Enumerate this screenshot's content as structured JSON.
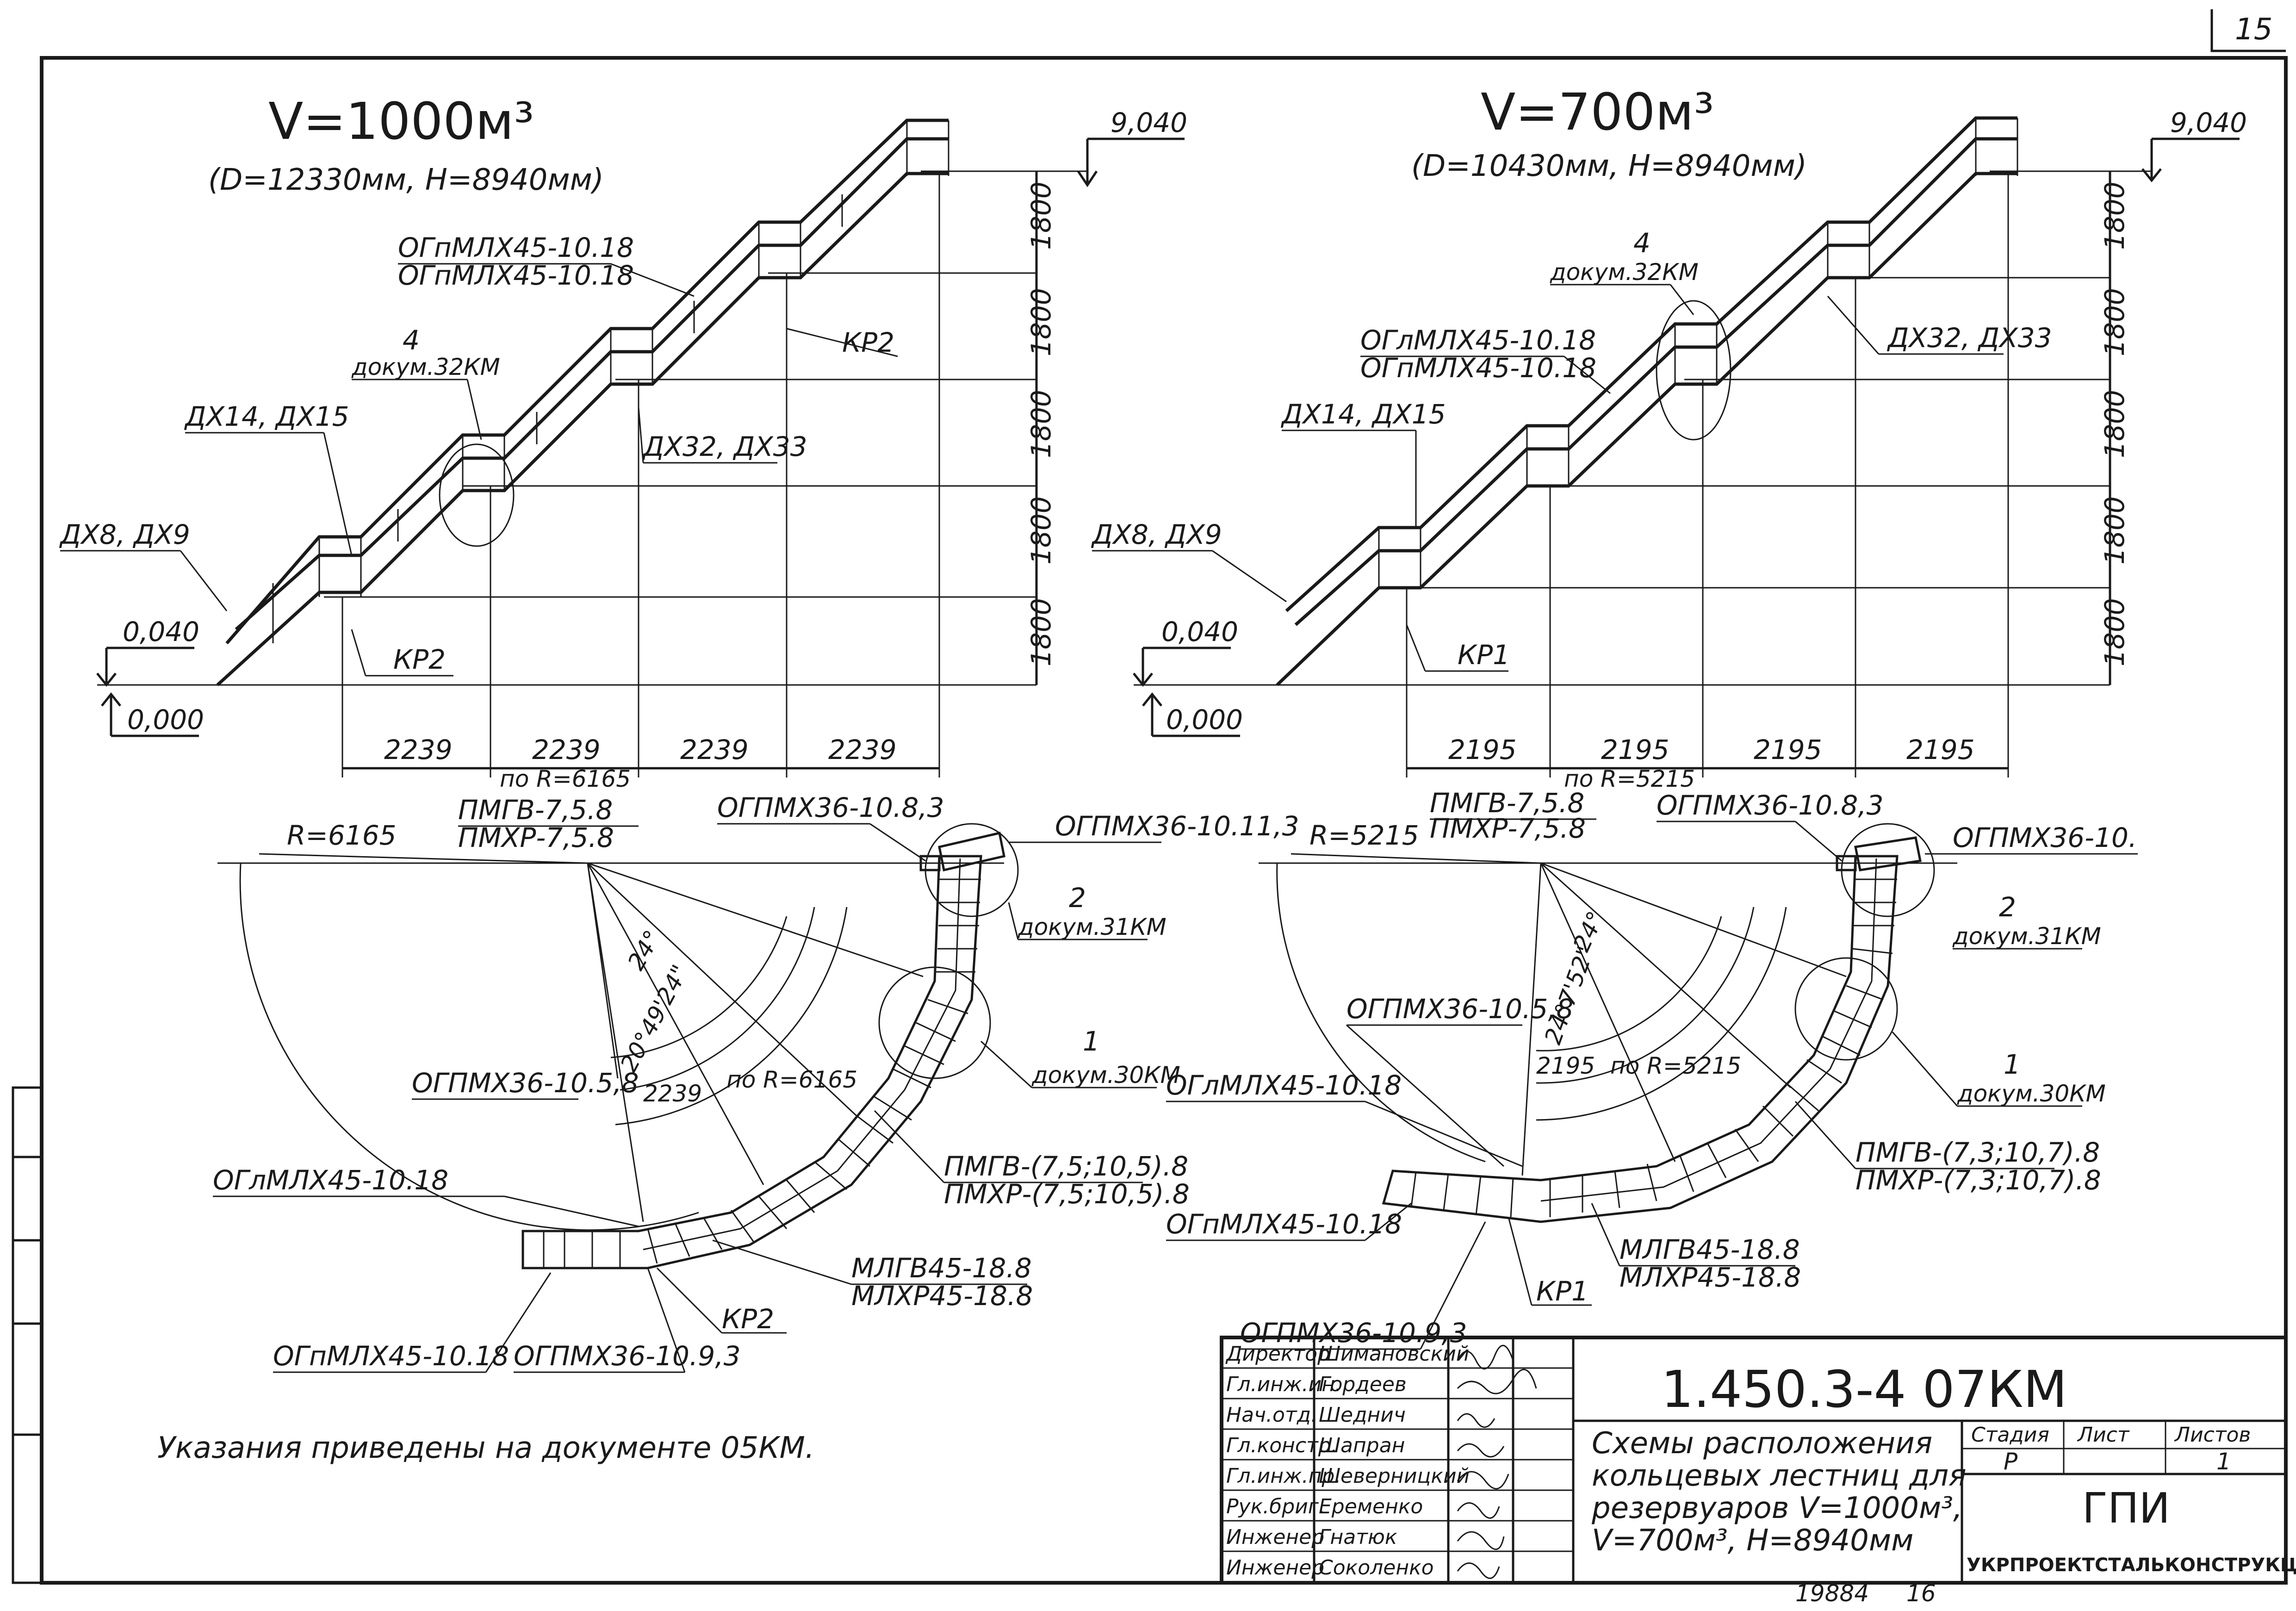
{
  "page_number": "15",
  "left": {
    "title": "V=1000м³",
    "subtitle": "(D=12330мм, H=8940мм)",
    "elev_top": "9,040",
    "elev_low": "0,040",
    "elev_zero": "0,000",
    "heights": [
      "1800",
      "1800",
      "1800",
      "1800",
      "1800"
    ],
    "spans": [
      "2239",
      "2239",
      "2239",
      "2239"
    ],
    "span_note": "по R=6165",
    "labels": {
      "landing_top": "ОГпМЛХ45-10.18",
      "landing_bot": "ОГпМЛХ45-10.18",
      "node_num": "4",
      "node_doc": "докум.32КМ",
      "kr2_upper": "КР2",
      "dx14": "ДХ14, ДХ15",
      "dx32": "ДХ32, ДХ33",
      "dx8": "ДХ8, ДХ9",
      "kr2_lower": "КР2"
    },
    "plan": {
      "radius": "R=6165",
      "pmgv_top": "ПМГВ-7,5.8",
      "pmxp_top": "ПМХР-7,5.8",
      "ogpmx_top": "ОГПМХ36-10.8,3",
      "ogpmx_right": "ОГПМХ36-10.11,3",
      "node2_num": "2",
      "node2_doc": "докум.31КМ",
      "node1_num": "1",
      "node1_doc": "докум.30КМ",
      "ogpmx_mid": "ОГПМХ36-10.5,8",
      "oglml_left": "ОГлМЛХ45-10.18",
      "pmgv_mid": "ПМГВ-(7,5;10,5).8",
      "pmxp_mid": "ПМХР-(7,5;10,5).8",
      "mlgv": "МЛГВ45-18.8",
      "mlxp": "МЛХР45-18.8",
      "kr2": "КР2",
      "ogpml_bot": "ОГпМЛХ45-10.18",
      "ogpmx_bot": "ОГПМХ36-10.9,3",
      "angle": "24°",
      "angle_step": "20°49'24\"",
      "arc": "2239",
      "arc_note": "по R=6165"
    }
  },
  "right": {
    "title": "V=700м³",
    "subtitle": "(D=10430мм, H=8940мм)",
    "elev_top": "9,040",
    "elev_low": "0,040",
    "elev_zero": "0,000",
    "heights": [
      "1800",
      "1800",
      "1800",
      "1800",
      "1800"
    ],
    "spans": [
      "2195",
      "2195",
      "2195",
      "2195"
    ],
    "span_note": "по R=5215",
    "labels": {
      "node_num": "4",
      "node_doc": "докум.32КМ",
      "landing_top": "ОГлМЛХ45-10.18",
      "landing_bot": "ОГпМЛХ45-10.18",
      "dx32": "ДХ32, ДХ33",
      "dx14": "ДХ14, ДХ15",
      "dx8": "ДХ8, ДХ9",
      "kr1": "КР1"
    },
    "plan": {
      "radius": "R=5215",
      "pmgv_top": "ПМГВ-7,5.8",
      "pmxp_top": "ПМХР-7,5.8",
      "ogpmx_top": "ОГПМХ36-10.8,3",
      "ogpmx_right": "ОГПМХ36-10.",
      "node2_num": "2",
      "node2_doc": "докум.31КМ",
      "node1_num": "1",
      "node1_doc": "докум.30КМ",
      "ogpmx_mid": "ОГПМХ36-10.5,8",
      "oglml_left": "ОГлМЛХ45-10.18",
      "pmgv_mid": "ПМГВ-(7,3;10,7).8",
      "pmxp_mid": "ПМХР-(7,3;10,7).8",
      "ogpml_bot": "ОГпМЛХ45-10.18",
      "mlgv": "МЛГВ45-18.8",
      "mlxp": "МЛХР45-18.8",
      "kr1": "КР1",
      "ogpmx_bot": "ОГПМХ36-10.9,3",
      "angle": "24°",
      "angle_step": "24°7'52\"",
      "arc": "2195",
      "arc_note": "по R=5215"
    }
  },
  "note": "Указания приведены на документе 05КМ.",
  "title_block": {
    "doc_code": "1.450.3-4  07КМ",
    "description": [
      "Схемы расположения",
      "кольцевых лестниц для",
      "резервуаров V=1000м³,",
      "V=700м³, H=8940мм"
    ],
    "stage_label": "Стадия",
    "sheet_label": "Лист",
    "sheets_label": "Листов",
    "stage": "Р",
    "sheet": "1",
    "org_short": "ГПИ",
    "org_full": "УКРПРОЕКТСТАЛЬКОНСТРУКЦИЯ",
    "roles": [
      {
        "role": "Директор",
        "name": "Шимановский"
      },
      {
        "role": "Гл.инж.ин.",
        "name": "Гордеев"
      },
      {
        "role": "Нач.отд.",
        "name": "Шеднич"
      },
      {
        "role": "Гл.констр.",
        "name": "Шапран"
      },
      {
        "role": "Гл.инж.пр.",
        "name": "Шеверницкий"
      },
      {
        "role": "Рук.бриг.",
        "name": "Еременко"
      },
      {
        "role": "Инженер",
        "name": "Гнатюк"
      },
      {
        "role": "Инженер",
        "name": "Соколенко"
      }
    ]
  },
  "footer": {
    "num1": "19884",
    "num2": "16"
  }
}
